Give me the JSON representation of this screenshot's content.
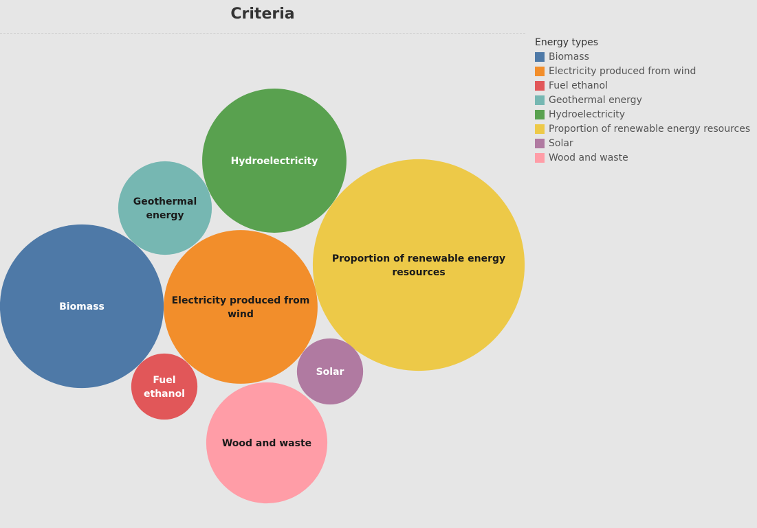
{
  "title": "Criteria",
  "legend": {
    "title": "Energy types",
    "items": [
      {
        "label": "Biomass",
        "color": "#4e79a7"
      },
      {
        "label": "Electricity produced from wind",
        "color": "#f28e2b"
      },
      {
        "label": "Fuel ethanol",
        "color": "#e15759"
      },
      {
        "label": "Geothermal energy",
        "color": "#76b7b2"
      },
      {
        "label": "Hydroelectricity",
        "color": "#59a14f"
      },
      {
        "label": "Proportion of renewable energy resources",
        "color": "#edc948"
      },
      {
        "label": "Solar",
        "color": "#b07aa1"
      },
      {
        "label": "Wood and waste",
        "color": "#ff9da7"
      }
    ]
  },
  "chart_data": {
    "type": "bubble",
    "title": "Criteria",
    "legend_title": "Energy types",
    "legend_position": "right",
    "series": [
      {
        "name": "Biomass",
        "size": 5.63,
        "label_lines": [
          "Biomass"
        ],
        "label_color": "#ffffff"
      },
      {
        "name": "Electricity produced from wind",
        "size": 4.97,
        "label_lines": [
          "Electricity produced from",
          "wind"
        ],
        "label_color": "#1a1a1a"
      },
      {
        "name": "Fuel ethanol",
        "size": 0.92,
        "label_lines": [
          "Fuel",
          "ethanol"
        ],
        "label_color": "#ffffff"
      },
      {
        "name": "Geothermal energy",
        "size": 1.84,
        "label_lines": [
          "Geothermal",
          "energy"
        ],
        "label_color": "#1a1a1a"
      },
      {
        "name": "Hydroelectricity",
        "size": 4.37,
        "label_lines": [
          "Hydroelectricity"
        ],
        "label_color": "#ffffff"
      },
      {
        "name": "Proportion of renewable energy resources",
        "size": 9.42,
        "label_lines": [
          "Proportion of renewable energy",
          "resources"
        ],
        "label_color": "#1a1a1a"
      },
      {
        "name": "Solar",
        "size": 0.92,
        "label_lines": [
          "Solar"
        ],
        "label_color": "#ffffff"
      },
      {
        "name": "Wood and waste",
        "size": 3.08,
        "label_lines": [
          "Wood and waste"
        ],
        "label_color": "#1a1a1a"
      }
    ]
  }
}
